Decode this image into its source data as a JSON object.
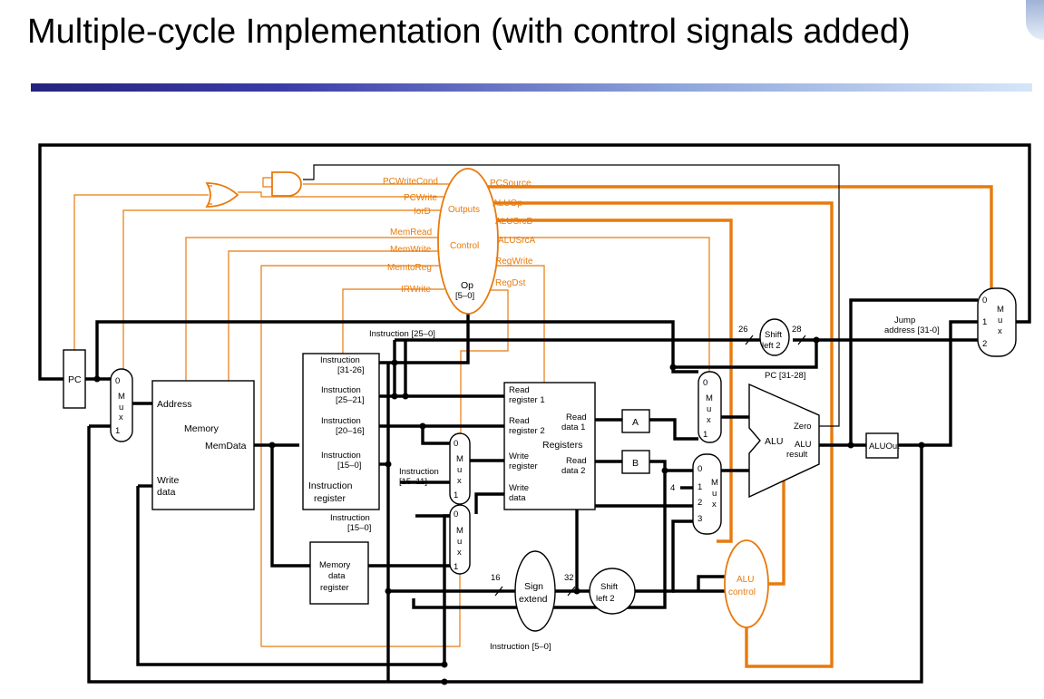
{
  "title": "Multiple-cycle Implementation (with control signals added)",
  "control": {
    "outputs": "Outputs",
    "control": "Control",
    "op": "Op",
    "op_bits": "[5–0]",
    "signals_left": [
      "PCWriteCond",
      "PCWrite",
      "IorD",
      "MemRead",
      "MemWrite",
      "MemtoReg",
      "IRWrite"
    ],
    "signals_right": [
      "PCSource",
      "ALUOp",
      "ALUSrcB",
      "ALUSrcA",
      "RegWrite",
      "RegDst"
    ]
  },
  "blocks": {
    "pc": "PC",
    "memory": {
      "address": "Address",
      "memory": "Memory",
      "memdata": "MemData",
      "write": "Write",
      "data": "data"
    },
    "ir": {
      "f1a": "Instruction",
      "f1b": "[31-26]",
      "f2a": "Instruction",
      "f2b": "[25–21]",
      "f3a": "Instruction",
      "f3b": "[20–16]",
      "f4a": "Instruction",
      "f4b": "[15–0]",
      "name1": "Instruction",
      "name2": "register"
    },
    "mdr": [
      "Memory",
      "data",
      "register"
    ],
    "registers": {
      "rr1a": "Read",
      "rr1b": "register 1",
      "rr2a": "Read",
      "rr2b": "register 2",
      "wra": "Write",
      "wrb": "register",
      "wda": "Write",
      "wdb": "data",
      "rd1a": "Read",
      "rd1b": "data 1",
      "rd2a": "Read",
      "rd2b": "data 2",
      "name": "Registers"
    },
    "a": "A",
    "b": "B",
    "alu": {
      "label": "ALU",
      "zero": "Zero",
      "result1": "ALU",
      "result2": "result"
    },
    "aluout": "ALUOut",
    "alucontrol": [
      "ALU",
      "control"
    ],
    "sign_extend": [
      "Sign",
      "extend"
    ],
    "shift_left2": [
      "Shift",
      "left 2"
    ],
    "mux_letters": [
      "M",
      "u",
      "x"
    ]
  },
  "labels": {
    "instr_25_0": "Instruction [25–0]",
    "instr_15_11a": "Instruction",
    "instr_15_11b": "[15–11]",
    "instr_15_0a": "Instruction",
    "instr_15_0b": "[15–0]",
    "instr_5_0": "Instruction [5–0]",
    "pc_31_28": "PC [31-28]",
    "jump1": "Jump",
    "jump2": "address [31-0]",
    "n26": "26",
    "n28": "28",
    "n16": "16",
    "n32": "32",
    "n4": "4"
  }
}
